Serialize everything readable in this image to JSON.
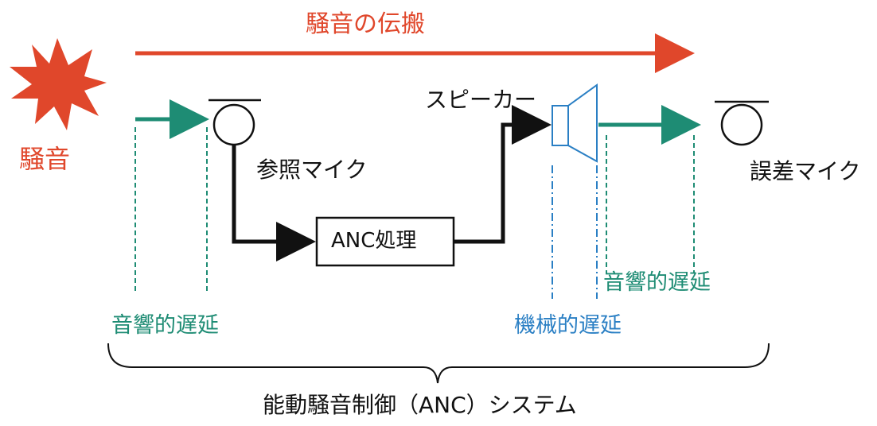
{
  "title": "騒音の伝搬",
  "noise_label": "騒音",
  "reference_mic_label": "参照マイク",
  "speaker_label": "スピーカー",
  "error_mic_label": "誤差マイク",
  "anc_block_label": "ANC処理",
  "acoustic_delay_left": "音響的遅延",
  "acoustic_delay_right": "音響的遅延",
  "mechanical_delay": "機械的遅延",
  "system_label": "能動騒音制御（ANC）システム",
  "colors": {
    "red": "#e0472b",
    "teal": "#1e8c74",
    "blue": "#2a7fc4",
    "black": "#111111"
  }
}
